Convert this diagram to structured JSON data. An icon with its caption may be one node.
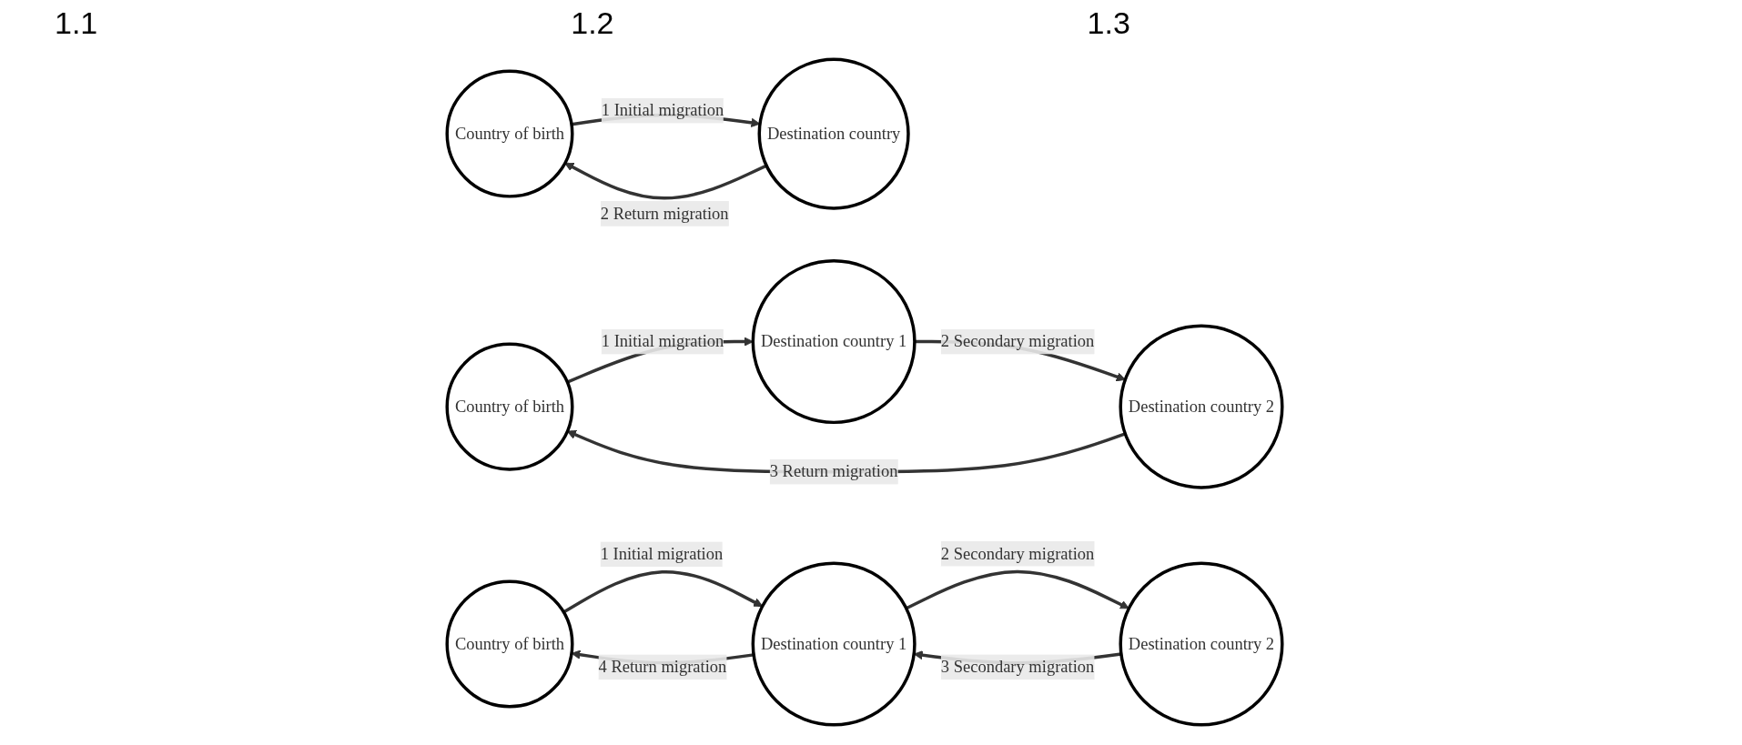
{
  "diagram": {
    "nodes": [
      {
        "text": [
          "Country of birth"
        ]
      },
      {
        "text": [
          "Destination country"
        ]
      },
      {
        "text": [
          "Country of birth"
        ]
      },
      {
        "text": [
          "Destination country 1"
        ]
      },
      {
        "text": [
          "Destination country 2"
        ]
      },
      {
        "text": [
          "Country of birth"
        ]
      },
      {
        "text": [
          "Destination country 1"
        ]
      },
      {
        "text": [
          "Destination country 2"
        ]
      }
    ],
    "edges": [
      {
        "from": 0,
        "to": 1,
        "arrow": "to",
        "label": "1 Initial migration"
      },
      {
        "from": 1,
        "to": 0,
        "arrow": "to",
        "label": "2 Return migration"
      },
      {
        "from": 2,
        "to": 3,
        "arrow": "to",
        "label": "1 Initial migration"
      },
      {
        "from": 3,
        "to": 4,
        "arrow": "to",
        "label": "2 Secondary migration"
      },
      {
        "from": 4,
        "to": 2,
        "arrow": "to",
        "label": "3 Return migration"
      },
      {
        "from": 5,
        "to": 6,
        "arrow": "to",
        "label": "1 Initial migration"
      },
      {
        "from": 6,
        "to": 7,
        "arrow": "to",
        "label": "2 Secondary migration"
      },
      {
        "from": 7,
        "to": 6,
        "arrow": "to",
        "label": "3 Secondary migration"
      },
      {
        "from": 6,
        "to": 5,
        "arrow": "to",
        "label": "4 Return migration"
      }
    ],
    "labels": [
      "1.1",
      "1.2",
      "1.3"
    ]
  }
}
